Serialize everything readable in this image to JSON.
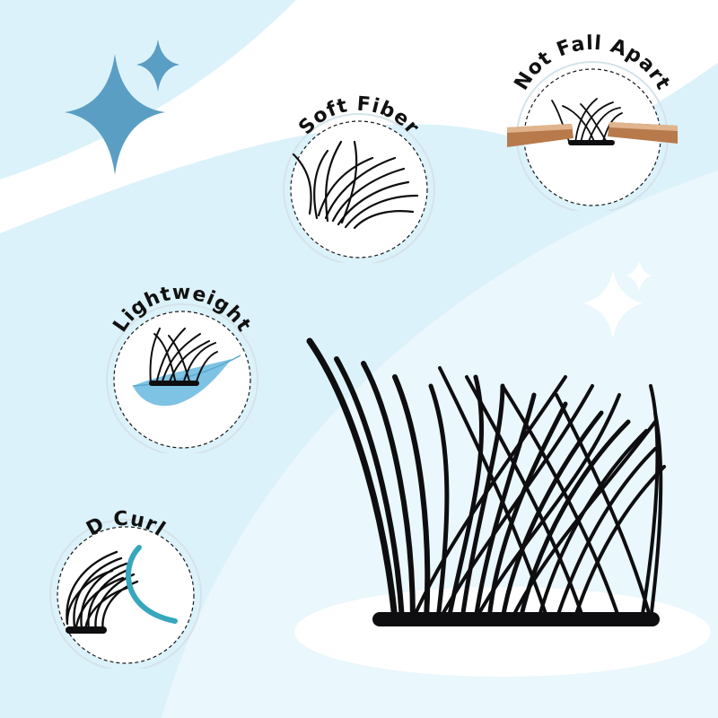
{
  "colors": {
    "background": "#ffffff",
    "light_blue_wave": "#dcf2fa",
    "pale_blue": "#eaf7fc",
    "sparkle_blue": "#5b9ec4",
    "feather_blue": "#7ec3e4",
    "curl_teal": "#36a7bd",
    "copper": "#b87a4b",
    "lash_black": "#0e0e10"
  },
  "features": [
    {
      "label": "Soft Fiber",
      "icon": "soft-fiber-icon"
    },
    {
      "label": "Not Fall Apart",
      "icon": "tweezers-icon"
    },
    {
      "label": "Lightweight",
      "icon": "feather-icon"
    },
    {
      "label": "D Curl",
      "icon": "d-curl-icon"
    }
  ],
  "product": {
    "icon": "lash-cluster-icon"
  },
  "decor": {
    "sparkles": [
      "sparkle-large-blue",
      "sparkle-small-blue",
      "sparkle-large-white",
      "sparkle-small-white"
    ]
  }
}
